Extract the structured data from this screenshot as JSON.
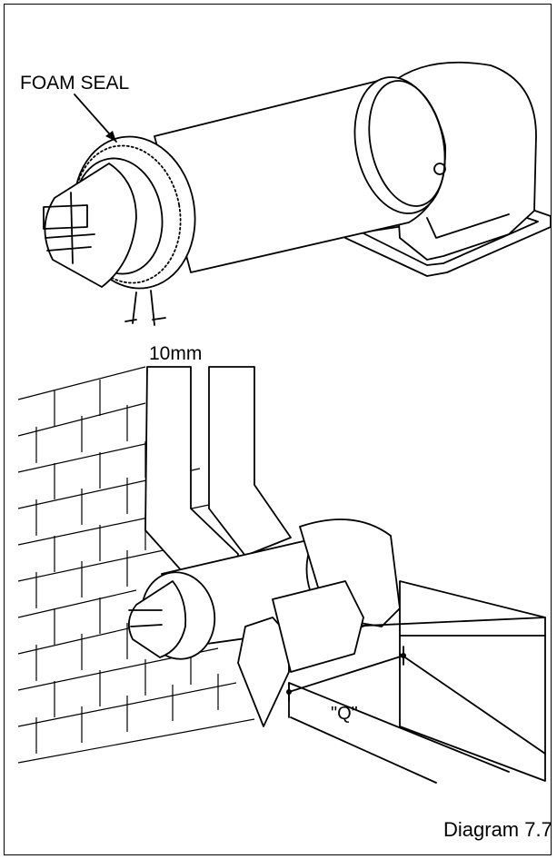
{
  "labels": {
    "foam_seal": "FOAM SEAL",
    "gap": "10mm",
    "dimension_q": "\"Q\"",
    "caption": "Diagram 7.7"
  }
}
